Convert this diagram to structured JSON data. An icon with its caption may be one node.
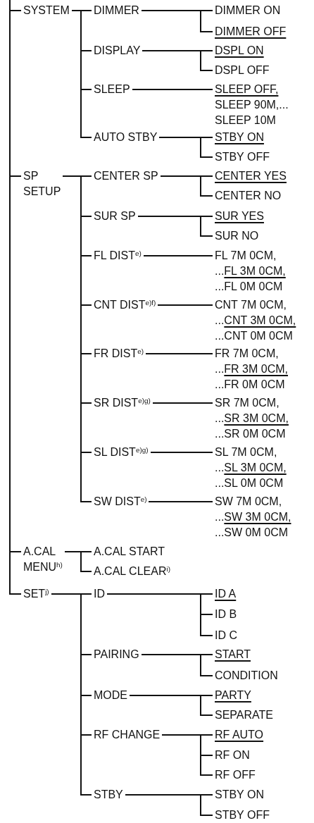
{
  "diagram": {
    "nodes": [
      {
        "text": [
          "SYSTEM"
        ]
      },
      {
        "text": [
          "DIMMER"
        ]
      },
      {
        "text": [
          "DIMMER ON"
        ]
      },
      {
        "text": [
          "DIMMER OFF"
        ]
      },
      {
        "text": [
          "DISPLAY"
        ]
      },
      {
        "text": [
          "DSPL ON"
        ]
      },
      {
        "text": [
          "DSPL OFF"
        ]
      },
      {
        "text": [
          "SLEEP"
        ]
      },
      {
        "text": [
          "SLEEP OFF,",
          "SLEEP 90M,...",
          "SLEEP 10M"
        ]
      },
      {
        "text": [
          "AUTO STBY"
        ]
      },
      {
        "text": [
          "STBY ON"
        ]
      },
      {
        "text": [
          "STBY OFF"
        ]
      },
      {
        "text": [
          "SP SETUP"
        ]
      },
      {
        "text": [
          "CENTER SP"
        ]
      },
      {
        "text": [
          "CENTER YES"
        ]
      },
      {
        "text": [
          "CENTER NO"
        ]
      },
      {
        "text": [
          "SUR SP"
        ]
      },
      {
        "text": [
          "SUR YES"
        ]
      },
      {
        "text": [
          "SUR NO"
        ]
      },
      {
        "text": [
          "FL DIST$^{e)}$"
        ]
      },
      {
        "text": [
          "FL 7M 0CM,",
          "...FL 3M 0CM,",
          "...FL 0M 0CM"
        ]
      },
      {
        "text": [
          "CNT DIST$^{e)f)}$"
        ]
      },
      {
        "text": [
          "CNT 7M 0CM,",
          "...CNT 3M 0CM,",
          "...CNT 0M 0CM"
        ]
      },
      {
        "text": [
          "FR DIST$^{e)}$"
        ]
      },
      {
        "text": [
          "FR 7M 0CM,",
          "...FR 3M 0CM,",
          "...FR 0M 0CM"
        ]
      },
      {
        "text": [
          "SR DIST$^{e)g)}$"
        ]
      },
      {
        "text": [
          "SR 7M 0CM,",
          "...SR 3M 0CM,",
          "...SR 0M 0CM"
        ]
      },
      {
        "text": [
          "SL DIST$^{e)g)}$"
        ]
      },
      {
        "text": [
          "SL 7M 0CM,",
          "...SL 3M 0CM,",
          "...SL 0M 0CM"
        ]
      },
      {
        "text": [
          "SW DIST$^{e)}$"
        ]
      },
      {
        "text": [
          "SW 7M 0CM,",
          "...SW 3M 0CM,",
          "...SW 0M 0CM"
        ]
      },
      {
        "text": [
          "A.CAL MENU$^{h)}$"
        ]
      },
      {
        "text": [
          "A.CAL START"
        ]
      },
      {
        "text": [
          "A.CAL CLEAR$^{i)}$"
        ]
      },
      {
        "text": [
          "SET$^{j)}$"
        ]
      },
      {
        "text": [
          "ID"
        ]
      },
      {
        "text": [
          "ID A"
        ]
      },
      {
        "text": [
          "ID B"
        ]
      },
      {
        "text": [
          "ID C"
        ]
      },
      {
        "text": [
          "PAIRING"
        ]
      },
      {
        "text": [
          "START"
        ]
      },
      {
        "text": [
          "CONDITION"
        ]
      },
      {
        "text": [
          "MODE"
        ]
      },
      {
        "text": [
          "PARTY"
        ]
      },
      {
        "text": [
          "SEPARATE"
        ]
      },
      {
        "text": [
          "RF CHANGE"
        ]
      },
      {
        "text": [
          "RF AUTO"
        ]
      },
      {
        "text": [
          "RF ON"
        ]
      },
      {
        "text": [
          "RF OFF"
        ]
      },
      {
        "text": [
          "STBY"
        ]
      },
      {
        "text": [
          "STBY ON"
        ]
      },
      {
        "text": [
          "STBY OFF"
        ]
      }
    ],
    "edges": [
      {
        "from": null,
        "to": 0,
        "arrow": "none"
      },
      {
        "from": null,
        "to": 12,
        "arrow": "none"
      },
      {
        "from": null,
        "to": 31,
        "arrow": "none"
      },
      {
        "from": null,
        "to": 34,
        "arrow": "none"
      },
      {
        "from": 0,
        "to": 1,
        "arrow": "none"
      },
      {
        "from": 0,
        "to": 4,
        "arrow": "none"
      },
      {
        "from": 0,
        "to": 7,
        "arrow": "none"
      },
      {
        "from": 0,
        "to": 9,
        "arrow": "none"
      },
      {
        "from": 1,
        "to": 2,
        "arrow": "none"
      },
      {
        "from": 1,
        "to": 3,
        "arrow": "none"
      },
      {
        "from": 4,
        "to": 5,
        "arrow": "none"
      },
      {
        "from": 4,
        "to": 6,
        "arrow": "none"
      },
      {
        "from": 7,
        "to": 8,
        "arrow": "none"
      },
      {
        "from": 9,
        "to": 10,
        "arrow": "none"
      },
      {
        "from": 9,
        "to": 11,
        "arrow": "none"
      },
      {
        "from": 12,
        "to": 13,
        "arrow": "none"
      },
      {
        "from": 12,
        "to": 16,
        "arrow": "none"
      },
      {
        "from": 12,
        "to": 19,
        "arrow": "none"
      },
      {
        "from": 12,
        "to": 21,
        "arrow": "none"
      },
      {
        "from": 12,
        "to": 23,
        "arrow": "none"
      },
      {
        "from": 12,
        "to": 25,
        "arrow": "none"
      },
      {
        "from": 12,
        "to": 27,
        "arrow": "none"
      },
      {
        "from": 12,
        "to": 29,
        "arrow": "none"
      },
      {
        "from": 13,
        "to": 14,
        "arrow": "none"
      },
      {
        "from": 13,
        "to": 15,
        "arrow": "none"
      },
      {
        "from": 16,
        "to": 17,
        "arrow": "none"
      },
      {
        "from": 16,
        "to": 18,
        "arrow": "none"
      },
      {
        "from": 19,
        "to": 20,
        "arrow": "none"
      },
      {
        "from": 21,
        "to": 22,
        "arrow": "none"
      },
      {
        "from": 23,
        "to": 24,
        "arrow": "none"
      },
      {
        "from": 25,
        "to": 26,
        "arrow": "none"
      },
      {
        "from": 27,
        "to": 28,
        "arrow": "none"
      },
      {
        "from": 29,
        "to": 30,
        "arrow": "none"
      },
      {
        "from": 31,
        "to": 32,
        "arrow": "none"
      },
      {
        "from": 31,
        "to": 33,
        "arrow": "none"
      },
      {
        "from": 34,
        "to": 35,
        "arrow": "none"
      },
      {
        "from": 34,
        "to": 39,
        "arrow": "none"
      },
      {
        "from": 34,
        "to": 42,
        "arrow": "none"
      },
      {
        "from": 34,
        "to": 45,
        "arrow": "none"
      },
      {
        "from": 34,
        "to": 49,
        "arrow": "none"
      },
      {
        "from": 35,
        "to": 36,
        "arrow": "none"
      },
      {
        "from": 35,
        "to": 37,
        "arrow": "none"
      },
      {
        "from": 35,
        "to": 38,
        "arrow": "none"
      },
      {
        "from": 39,
        "to": 40,
        "arrow": "none"
      },
      {
        "from": 39,
        "to": 41,
        "arrow": "none"
      },
      {
        "from": 42,
        "to": 43,
        "arrow": "none"
      },
      {
        "from": 42,
        "to": 44,
        "arrow": "none"
      },
      {
        "from": 45,
        "to": 46,
        "arrow": "none"
      },
      {
        "from": 45,
        "to": 47,
        "arrow": "none"
      },
      {
        "from": 45,
        "to": 48,
        "arrow": "none"
      },
      {
        "from": 49,
        "to": 50,
        "arrow": "none"
      },
      {
        "from": 49,
        "to": 51,
        "arrow": "none"
      }
    ]
  }
}
